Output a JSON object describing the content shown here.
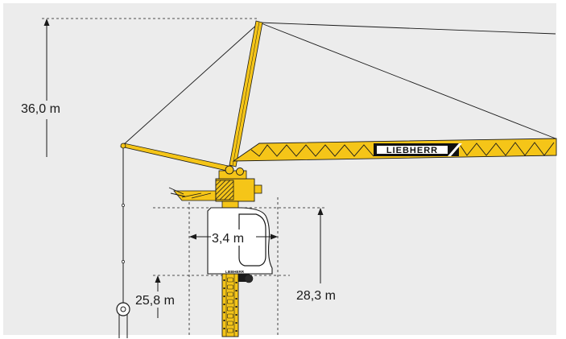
{
  "colors": {
    "background": "#ececec",
    "crane_yellow": "#f5c518",
    "outline": "#1a1a1a",
    "cab_white": "#ffffff"
  },
  "brand": {
    "jib_logo": "LIEBHERR",
    "cab_logo": "LIEBHERR"
  },
  "dimensions": {
    "total_height": "36,0 m",
    "cab_width": "3,4 m",
    "cab_top_height": "28,3 m",
    "cab_bottom_height": "25,8 m"
  }
}
